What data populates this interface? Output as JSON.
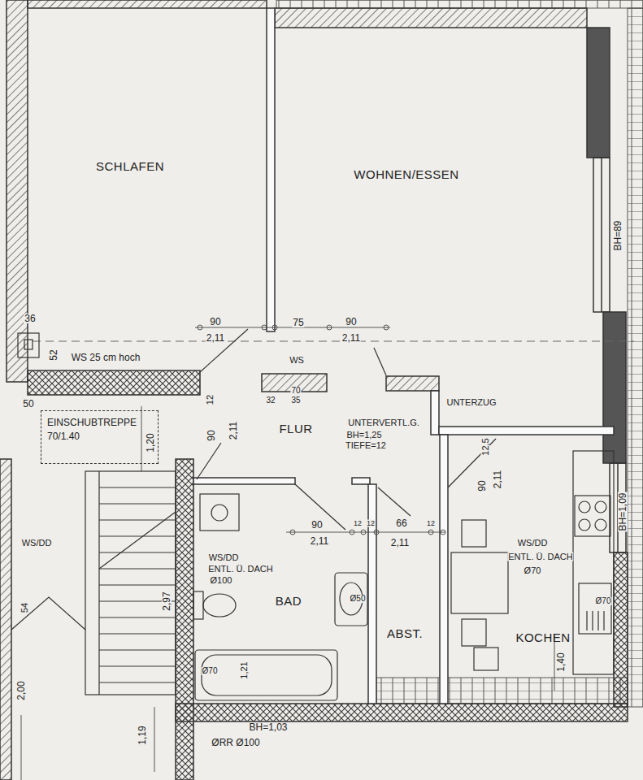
{
  "diagram": {
    "nodes": [
      {
        "text": [
          "SCHLAFEN"
        ]
      },
      {
        "text": [
          "WOHNEN/ESSEN"
        ]
      },
      {
        "text": [
          "EINSCHUBTREPPE",
          "70/1.40"
        ]
      },
      {
        "text": [
          "FLUR"
        ]
      },
      {
        "text": [
          "BAD"
        ]
      },
      {
        "text": [
          "ABST."
        ]
      },
      {
        "text": [
          "KOCHEN"
        ]
      }
    ],
    "labels": [
      "BH=89",
      "36",
      "52",
      "WS 25 cm hoch",
      "50",
      "90",
      "2,11",
      "75",
      "90",
      "2,11",
      "WS",
      "70",
      "32",
      "35",
      "UNTERVERTL.G.",
      "BH=1,25",
      "TIEFE=12",
      "UNTERZUG",
      "12",
      "90",
      "2,11",
      "1,20",
      "BH=1,09",
      "WS/DD",
      "90",
      "2,11",
      "12",
      "12",
      "66",
      "2,11",
      "12",
      "2,97",
      "WS/DD",
      "ENTL. Ü. DACH",
      "Ø100",
      "Ø50",
      "Ø70",
      "1,21",
      "12,5",
      "90",
      "2,11",
      "WS/DD",
      "ENTL. Ü. DACH",
      "Ø70",
      "Ø70",
      "1,40",
      "54",
      "2,00",
      "1,19",
      "BH=1,03",
      "ØRR Ø100"
    ]
  }
}
